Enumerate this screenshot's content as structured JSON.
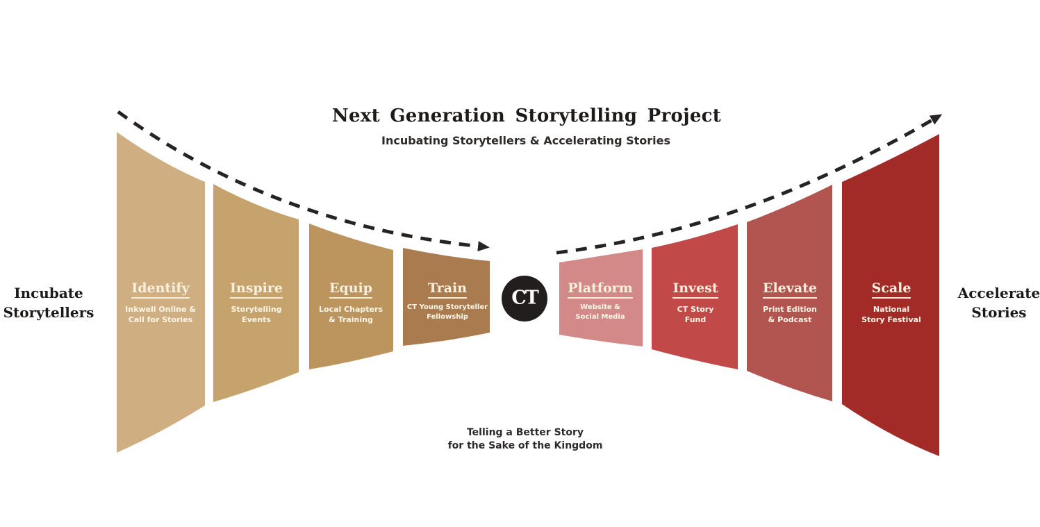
{
  "header": {
    "title": "Next Generation Storytelling Project",
    "subtitle": "Incubating Storytellers & Accelerating Stories"
  },
  "left_label": {
    "line1": "Incubate",
    "line2": "Storytellers"
  },
  "right_label": {
    "line1": "Accelerate",
    "line2": "Stories"
  },
  "center_badge": {
    "text": "CT",
    "color": "#211e1d",
    "text_color": "#fcfbf9"
  },
  "tagline": {
    "line1": "Telling a Better Story",
    "line2": "for the Sake of the Kingdom"
  },
  "arrows": {
    "color": "#262322"
  },
  "panels": [
    {
      "title": "Identify",
      "subtitle_line1": "Inkwell Online &",
      "subtitle_line2": "Call for Stories",
      "color": "#cfae82"
    },
    {
      "title": "Inspire",
      "subtitle_line1": "Storytelling",
      "subtitle_line2": "Events",
      "color": "#c6a26d"
    },
    {
      "title": "Equip",
      "subtitle_line1": "Local Chapters",
      "subtitle_line2": "& Training",
      "color": "#bb945e"
    },
    {
      "title": "Train",
      "subtitle_line1": "CT Young Storyteller",
      "subtitle_line2": "Fellowship",
      "color": "#ab7b50"
    },
    {
      "title": "Platform",
      "subtitle_line1": "Website &",
      "subtitle_line2": "Social Media",
      "color": "#d38987"
    },
    {
      "title": "Invest",
      "subtitle_line1": "CT Story",
      "subtitle_line2": "Fund",
      "color": "#c14a48"
    },
    {
      "title": "Elevate",
      "subtitle_line1": "Print Edition",
      "subtitle_line2": "& Podcast",
      "color": "#b25450"
    },
    {
      "title": "Scale",
      "subtitle_line1": "National",
      "subtitle_line2": "Story Festival",
      "color": "#a32b27"
    }
  ]
}
